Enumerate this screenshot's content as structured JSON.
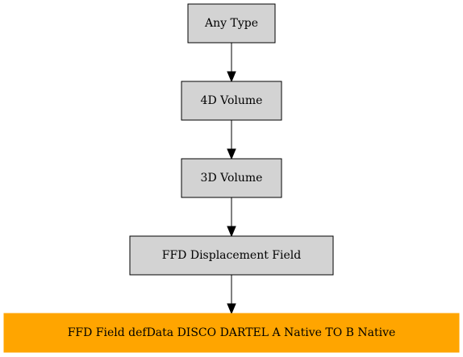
{
  "diagram": {
    "nodes": [
      {
        "id": "any-type",
        "label": "Any Type"
      },
      {
        "id": "4d-volume",
        "label": "4D Volume"
      },
      {
        "id": "3d-volume",
        "label": "3D Volume"
      },
      {
        "id": "ffd-displacement-field",
        "label": "FFD Displacement Field"
      },
      {
        "id": "ffd-field-defdata",
        "label": "FFD Field defData DISCO DARTEL A Native TO B Native",
        "highlight": true
      }
    ],
    "edges": [
      {
        "from": "any-type",
        "to": "4d-volume"
      },
      {
        "from": "4d-volume",
        "to": "3d-volume"
      },
      {
        "from": "3d-volume",
        "to": "ffd-displacement-field"
      },
      {
        "from": "ffd-displacement-field",
        "to": "ffd-field-defdata"
      }
    ],
    "colors": {
      "node_fill": "#d3d3d3",
      "highlight_fill": "#ffa500",
      "stroke": "#000000"
    }
  }
}
